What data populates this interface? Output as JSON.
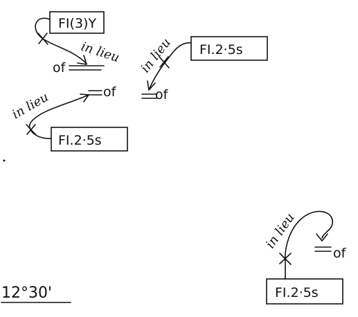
{
  "annotations": {
    "a": {
      "box_label": "FI(3)Y",
      "note": "in lieu",
      "word": "of"
    },
    "b": {
      "box_label": "FI.2·5s",
      "note": "in lieu",
      "word": "of"
    },
    "c": {
      "box_label": "FI.2·5s",
      "note": "in lieu",
      "word": "of"
    },
    "d": {
      "box_label": "FI.2·5s",
      "note": "in lieu",
      "word": "of"
    }
  },
  "angle_label": "12°30'",
  "colors": {
    "ink": "#111111",
    "paper": "#ffffff"
  }
}
